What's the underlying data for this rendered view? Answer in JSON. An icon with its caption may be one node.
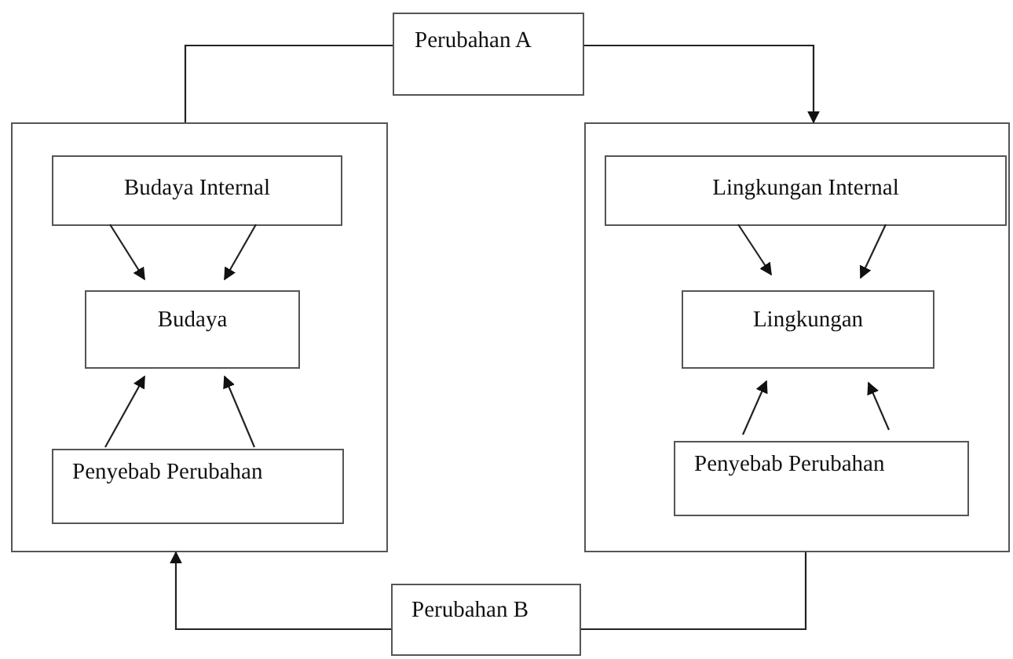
{
  "diagram": {
    "nodes": [
      {
        "text": [
          "Perubahan A"
        ]
      },
      {
        "text": [],
        "shape": "box"
      },
      {
        "text": [
          "Budaya Internal"
        ],
        "in": 1
      },
      {
        "text": [
          "Budaya"
        ],
        "in": 1
      },
      {
        "text": [
          "Penyebab Perubahan"
        ],
        "in": 1
      },
      {
        "text": [],
        "shape": "box"
      },
      {
        "text": [
          "Lingkungan Internal"
        ],
        "in": 5
      },
      {
        "text": [
          "Lingkungan"
        ],
        "in": 5
      },
      {
        "text": [
          "Penyebab Perubahan"
        ],
        "in": 5
      },
      {
        "text": [
          "Perubahan B"
        ]
      }
    ],
    "edges": [
      {
        "from": 1,
        "to": 0,
        "arrow": "none"
      },
      {
        "from": 0,
        "to": 5,
        "arrow": "to"
      },
      {
        "from": 2,
        "to": 3,
        "arrow": "to"
      },
      {
        "from": 2,
        "to": 3,
        "arrow": "to"
      },
      {
        "from": 4,
        "to": 3,
        "arrow": "to"
      },
      {
        "from": 4,
        "to": 3,
        "arrow": "to"
      },
      {
        "from": 6,
        "to": 7,
        "arrow": "to"
      },
      {
        "from": 6,
        "to": 7,
        "arrow": "to"
      },
      {
        "from": 8,
        "to": 7,
        "arrow": "to"
      },
      {
        "from": 8,
        "to": 7,
        "arrow": "to"
      },
      {
        "from": 5,
        "to": 9,
        "arrow": "none"
      },
      {
        "from": 9,
        "to": 1,
        "arrow": "to"
      }
    ]
  }
}
